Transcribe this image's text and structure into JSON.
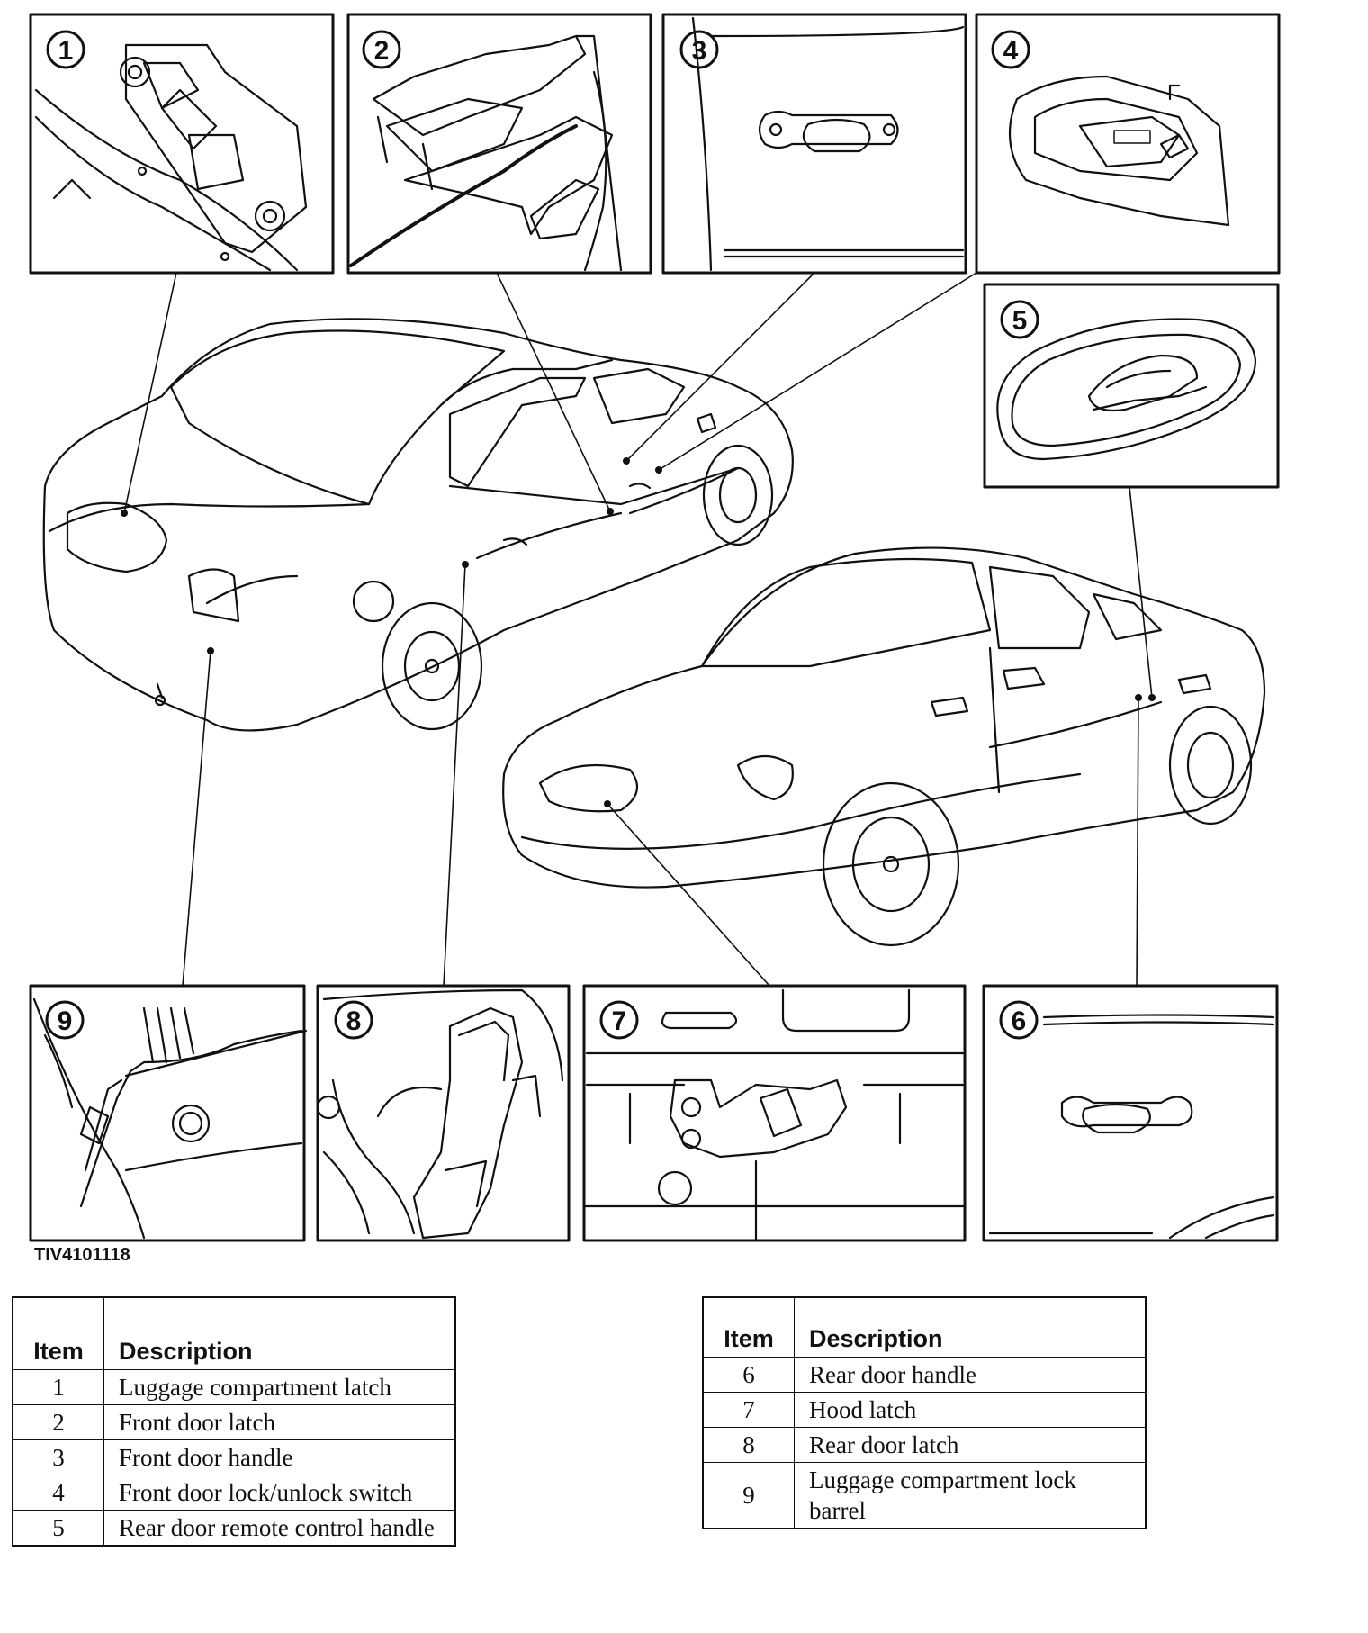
{
  "figure_id": "TIV4101118",
  "callouts": [
    "1",
    "2",
    "3",
    "4",
    "5",
    "6",
    "7",
    "8",
    "9"
  ],
  "tables": [
    {
      "header_item": "Item",
      "header_description": "Description",
      "rows": [
        {
          "item": "1",
          "description": "Luggage compartment latch"
        },
        {
          "item": "2",
          "description": "Front door latch"
        },
        {
          "item": "3",
          "description": "Front door handle"
        },
        {
          "item": "4",
          "description": "Front door lock/unlock switch"
        },
        {
          "item": "5",
          "description": "Rear door remote control handle"
        }
      ]
    },
    {
      "header_item": "Item",
      "header_description": "Description",
      "rows": [
        {
          "item": "6",
          "description": "Rear door handle"
        },
        {
          "item": "7",
          "description": "Hood latch"
        },
        {
          "item": "8",
          "description": "Rear door latch"
        },
        {
          "item": "9",
          "description": "Luggage compartment lock barrel"
        }
      ]
    }
  ]
}
